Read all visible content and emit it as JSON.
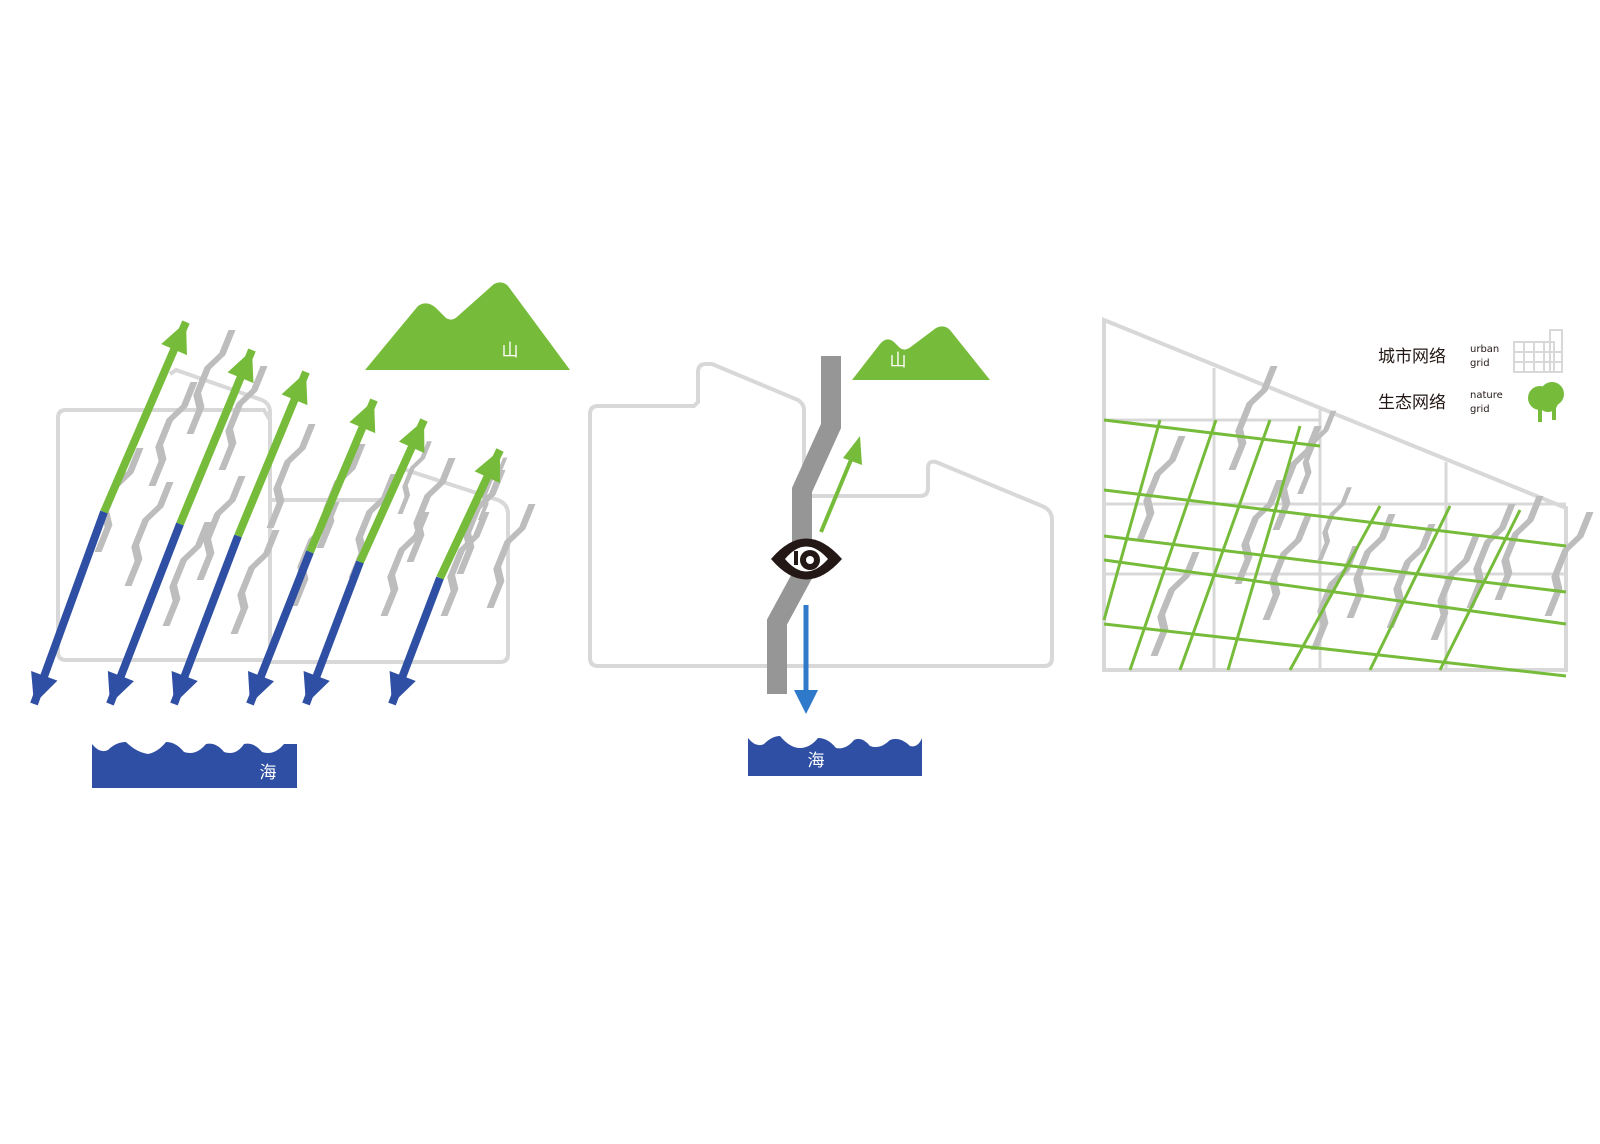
{
  "colors": {
    "green": "#76BC3A",
    "blue": "#2E4FA3",
    "arrow_blue": "#2E79C9",
    "gray": "#BDBDBD",
    "outline": "#D8D8D8",
    "road": "#969696",
    "eye": "#231815"
  },
  "panel1": {
    "mountain_label": "山",
    "sea_label": "海"
  },
  "panel2": {
    "mountain_label": "山",
    "sea_label": "海",
    "eye_icon": "eye-icon"
  },
  "panel3": {
    "legend": {
      "urban_cn": "城市网络",
      "urban_en_1": "urban",
      "urban_en_2": "grid",
      "urban_icon": "building-grid-icon",
      "nature_cn": "生态网络",
      "nature_en_1": "nature",
      "nature_en_2": "grid",
      "nature_icon": "tree-icon"
    }
  }
}
